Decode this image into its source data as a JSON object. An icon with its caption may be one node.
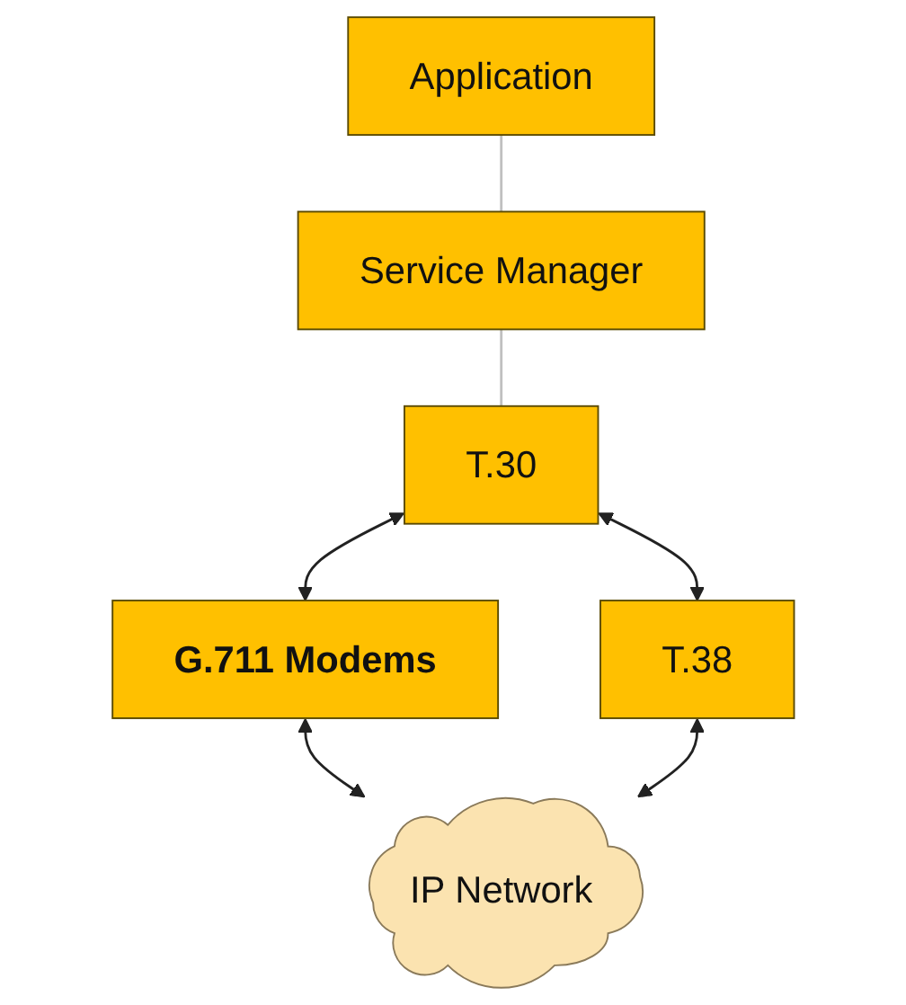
{
  "diagram": {
    "nodes": [
      {
        "text": [
          "Application"
        ]
      },
      {
        "text": [
          "Service Manager"
        ]
      },
      {
        "text": [
          "T.30"
        ]
      },
      {
        "text": [
          "G.711 Modems"
        ]
      },
      {
        "text": [
          "T.38"
        ]
      },
      {
        "text": [
          "IP Network"
        ]
      }
    ],
    "edges": [
      {
        "from": 0,
        "to": 1,
        "arrow": "none",
        "color": "#c0c0c0"
      },
      {
        "from": 1,
        "to": 2,
        "arrow": "none",
        "color": "#c0c0c0"
      },
      {
        "from": 2,
        "to": 3,
        "arrow": "both"
      },
      {
        "from": 2,
        "to": 4,
        "arrow": "both"
      },
      {
        "from": 3,
        "to": 5,
        "arrow": "both"
      },
      {
        "from": 4,
        "to": 5,
        "arrow": "both"
      }
    ]
  }
}
